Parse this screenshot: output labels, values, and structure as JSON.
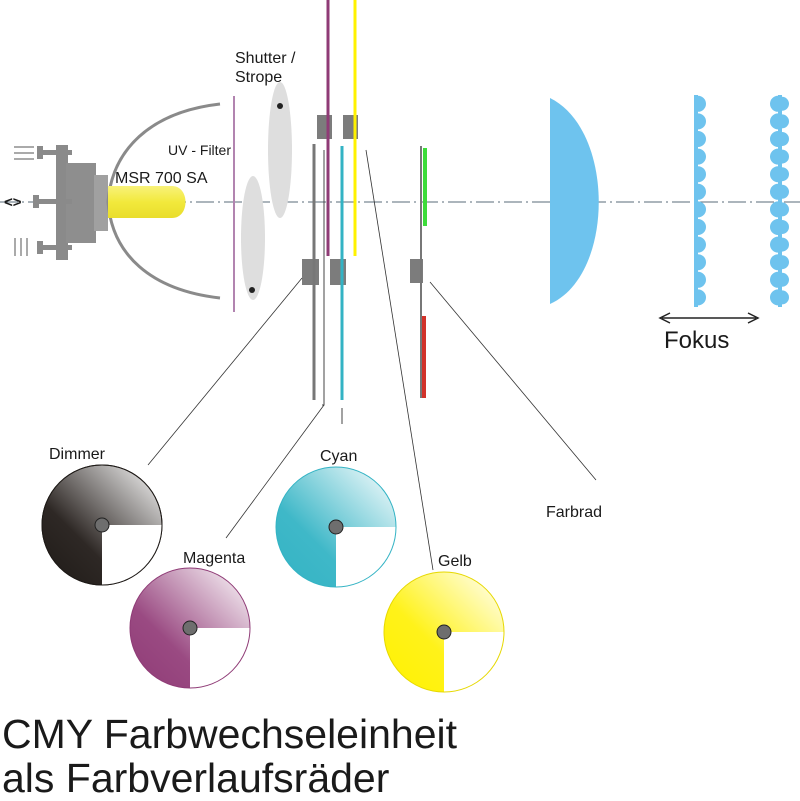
{
  "labels": {
    "shutter_line1": "Shutter /",
    "shutter_line2": "Strope",
    "uv_filter": "UV - Filter",
    "lamp": "MSR 700 SA",
    "lamp_adjust": "<>",
    "fokus": "Fokus",
    "dimmer": "Dimmer",
    "cyan": "Cyan",
    "magenta": "Magenta",
    "gelb": "Gelb",
    "farbrad": "Farbrad"
  },
  "title": {
    "line1": "CMY Farbwechseleinheit",
    "line2": "als Farbverlaufsräder"
  },
  "colors": {
    "dimmer": "#1e1a17",
    "cyan": "#33b3c4",
    "magenta": "#8f3b76",
    "yellow": "#fff200",
    "lens": "#6ec3ee",
    "lamp_bulb": "#f5ee4f",
    "green_filter": "#3ddc3a",
    "red_filter": "#d2322a",
    "shutter": "#dedede",
    "reflector": "#8a8a8a",
    "uv_filter": "#b284b0"
  }
}
